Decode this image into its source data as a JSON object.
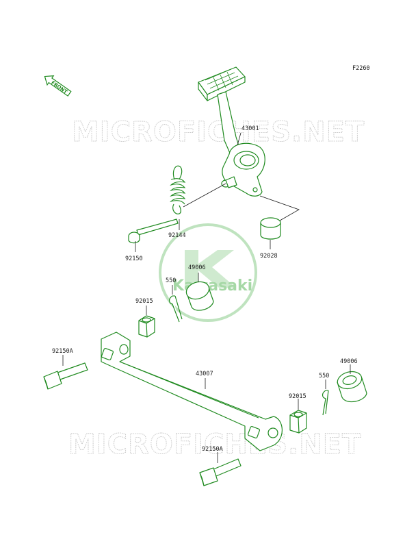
{
  "diagram_code": "F2260",
  "front_label": "FRONT",
  "watermark_text": "MICROFICHES.NET",
  "logo_text": "Kawasaki",
  "colors": {
    "part_stroke": "#1f8a1f",
    "watermark": "#c8c8c8",
    "logo": "#a6d8a6"
  },
  "parts": [
    {
      "id": "p43001",
      "number": "43001"
    },
    {
      "id": "p92144",
      "number": "92144"
    },
    {
      "id": "p92150",
      "number": "92150"
    },
    {
      "id": "p92028",
      "number": "92028"
    },
    {
      "id": "p49006a",
      "number": "49006"
    },
    {
      "id": "p550a",
      "number": "550"
    },
    {
      "id": "p92015a",
      "number": "92015"
    },
    {
      "id": "p92150Aa",
      "number": "92150A"
    },
    {
      "id": "p43007",
      "number": "43007"
    },
    {
      "id": "p49006b",
      "number": "49006"
    },
    {
      "id": "p550b",
      "number": "550"
    },
    {
      "id": "p92015b",
      "number": "92015"
    },
    {
      "id": "p92150Ab",
      "number": "92150A"
    }
  ]
}
